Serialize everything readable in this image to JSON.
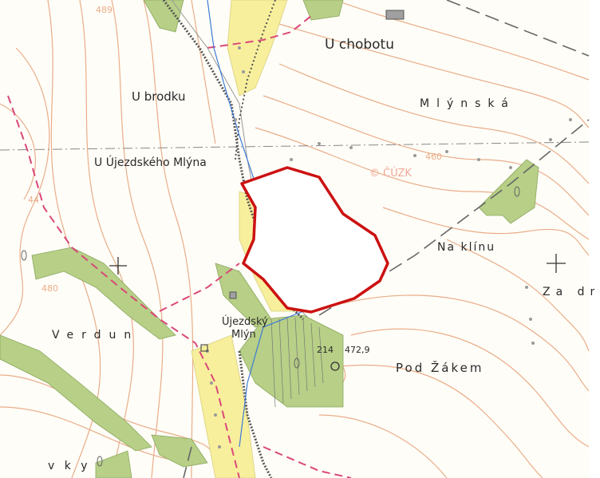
{
  "map": {
    "colors": {
      "contour": "#e9ad8a",
      "forest": "#b7cf86",
      "meadow": "#f8ef9c",
      "highlight_outline": "#cc1111",
      "boundary": "#d9487a",
      "railway": "#555555",
      "stream": "#3b7ad8"
    },
    "labels": {
      "u_chobotu": "U chobotu",
      "u_brodku": "U brodku",
      "mlynska": "Mlýnská",
      "u_ujezdskeho_mlyna": "U Újezdského Mlýna",
      "cuzk": "© ČÚZK",
      "contour_460": "460",
      "na_klinu": "Na klínu",
      "zadr": "Za dr",
      "verdun": "Verdun",
      "ujezdsky": "Újezdský",
      "mlyn": "Mlýn",
      "spot_id": "214",
      "spot_height": "472,9",
      "pod_zakem": "Pod Žákem",
      "vky": "v k y",
      "contour_480": "480",
      "contour_44": "44",
      "contour_489": "489"
    },
    "icons": [
      "cross-marker-icon",
      "trig-point-icon",
      "deciduous-tree-icon",
      "building-icon"
    ]
  }
}
